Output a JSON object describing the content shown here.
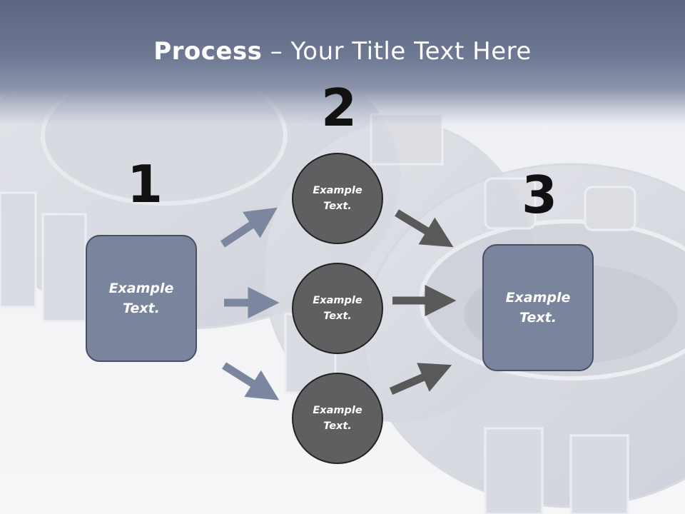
{
  "title": {
    "bold": "Process",
    "rest": " – Your Title Text Here"
  },
  "steps": [
    {
      "number": "1",
      "label": "Example\nText."
    },
    {
      "number": "2",
      "label": "Example\nText."
    },
    {
      "number": "3",
      "label": "Example\nText."
    }
  ],
  "circles": [
    {
      "label": "Example\nText."
    },
    {
      "label": "Example\nText."
    },
    {
      "label": "Example\nText."
    }
  ],
  "colors": {
    "box_fill": "#7a849c",
    "circle_fill": "#5f5f61",
    "left_arrows": "#7c869e",
    "right_arrows": "#595959",
    "header": "#5c6681"
  }
}
